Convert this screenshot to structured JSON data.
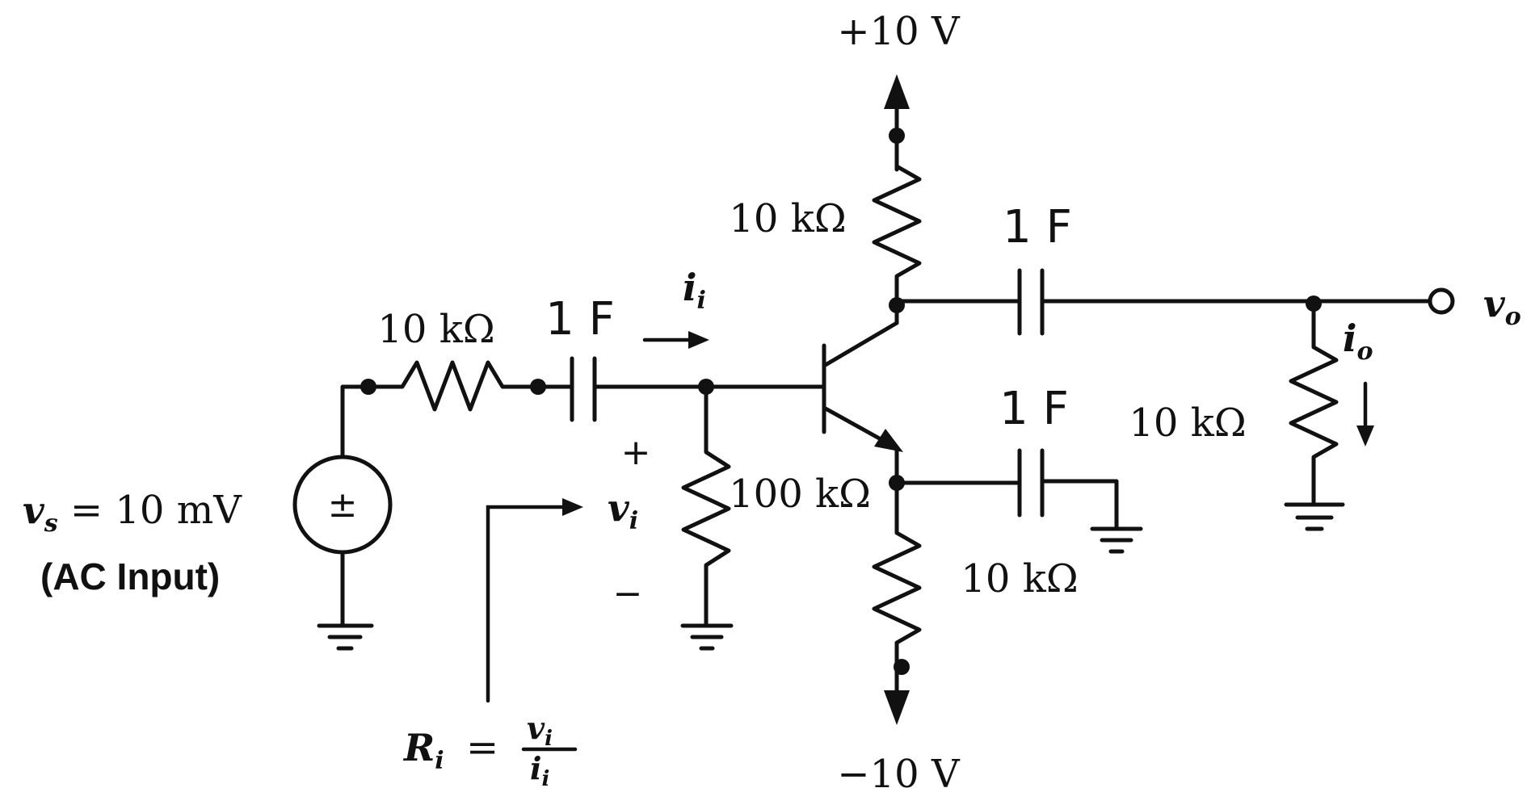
{
  "source": {
    "label": "v",
    "sub": "s",
    "eq": " = 10 mV",
    "note": "(AC Input)",
    "symbol": "±"
  },
  "labels": {
    "vcc": "+10 V",
    "vee": "−10 V",
    "r_source": "10 kΩ",
    "r_collector": "10 kΩ",
    "r_bias": "100 kΩ",
    "r_emitter": "10 kΩ",
    "r_load": "10 kΩ",
    "c_in": "1 F",
    "c_out": "1 F",
    "c_emitter": "1 F"
  },
  "signals": {
    "ii": "i",
    "ii_sub": "i",
    "vi": "v",
    "vi_sub": "i",
    "vo": "v",
    "vo_sub": "o",
    "io": "i",
    "io_sub": "o",
    "plus": "+",
    "minus": "−"
  },
  "ri": {
    "lhs": "R",
    "lhs_sub": "i",
    "eq": "=",
    "num": "v",
    "num_sub": "i",
    "den": "i",
    "den_sub": "i"
  }
}
